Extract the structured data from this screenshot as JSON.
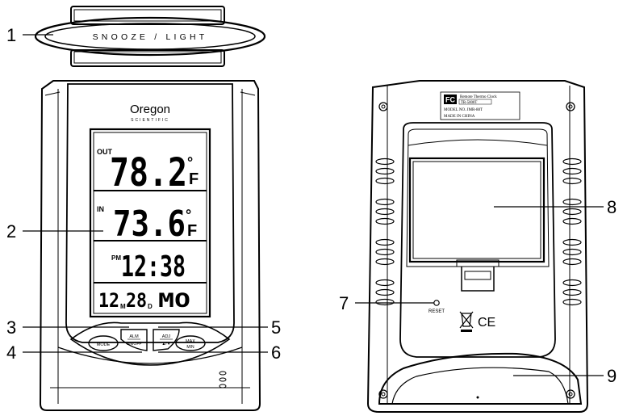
{
  "snooze_bar": {
    "label": "SNOOZE / LIGHT"
  },
  "brand": {
    "name": "Oregon",
    "sub": "SCIENTIFIC"
  },
  "lcd": {
    "out_label": "OUT",
    "out_temp": "78.2",
    "out_unit": "F",
    "in_label": "IN",
    "in_temp": "73.6",
    "in_unit": "F",
    "pm_label": "PM",
    "time": "12:38",
    "date_month": "12",
    "date_m": "M",
    "date_day": "28",
    "date_d": "D",
    "date_weekday": "MO",
    "degree": "°"
  },
  "buttons": {
    "mode": "MODE",
    "alm": "ALM",
    "on_off": "ON/OFF",
    "adj": "ADJ",
    "arrows": "▲/▼",
    "max": "MAX",
    "min": "MIN"
  },
  "back_label": {
    "fc": "FC",
    "line1": "Remote Thermo Clock",
    "line2": "TR-5000T",
    "line3": "MODEL NO. JMR-88T",
    "line4": "MADE IN CHINA"
  },
  "reset_label": "RESET",
  "ce_mark": "CE",
  "callouts": [
    "1",
    "2",
    "3",
    "4",
    "5",
    "6",
    "7",
    "8",
    "9"
  ]
}
